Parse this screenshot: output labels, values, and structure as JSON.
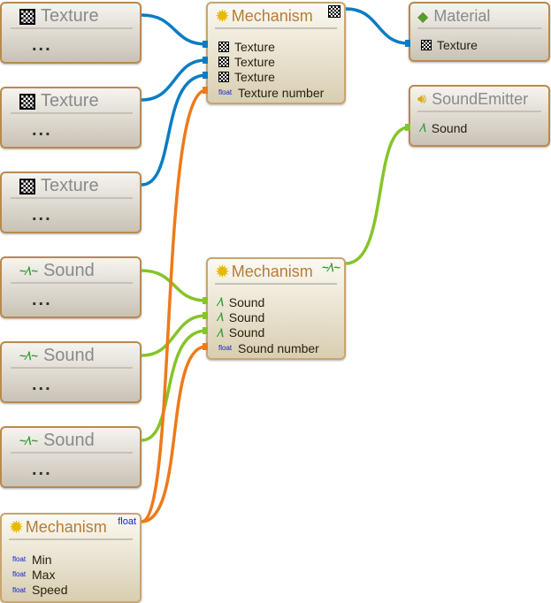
{
  "texture_sources": [
    {
      "title": "Texture",
      "body": "..."
    },
    {
      "title": "Texture",
      "body": "..."
    },
    {
      "title": "Texture",
      "body": "..."
    }
  ],
  "sound_sources": [
    {
      "title": "Sound",
      "body": "..."
    },
    {
      "title": "Sound",
      "body": "..."
    },
    {
      "title": "Sound",
      "body": "..."
    }
  ],
  "mech_texture": {
    "title": "Mechanism",
    "inputs": [
      "Texture",
      "Texture",
      "Texture",
      "Texture number"
    ],
    "float_tag": "float"
  },
  "mech_sound": {
    "title": "Mechanism",
    "inputs": [
      "Sound",
      "Sound",
      "Sound",
      "Sound number"
    ],
    "float_tag": "float"
  },
  "mech_float": {
    "title": "Mechanism",
    "output_tag": "float",
    "inputs": [
      "Min",
      "Max",
      "Speed"
    ],
    "float_tag": "float"
  },
  "material": {
    "title": "Material",
    "inputs": [
      "Texture"
    ]
  },
  "sound_emitter": {
    "title": "SoundEmitter",
    "inputs": [
      "Sound"
    ]
  },
  "colors": {
    "texture_wire": "#0a7cc4",
    "sound_wire": "#86c42a",
    "float_wire": "#ee7a1a"
  }
}
